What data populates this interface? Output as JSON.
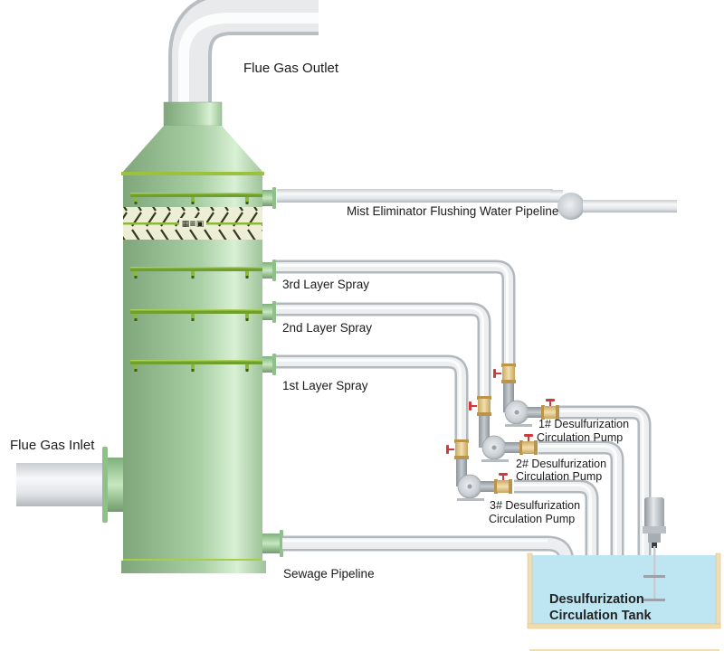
{
  "diagram": {
    "title": "Desulfurization Spray Tower Process",
    "labels": {
      "flue_gas_outlet": "Flue Gas Outlet",
      "flue_gas_inlet": "Flue Gas Inlet",
      "mist_eliminator_pipeline": "Mist Eliminator Flushing Water Pipeline",
      "spray_layer_3": "3rd Layer Spray",
      "spray_layer_2": "2nd Layer Spray",
      "spray_layer_1": "1st Layer Spray",
      "sewage_pipeline": "Sewage Pipeline",
      "pump_1_line1": "1# Desulfurization",
      "pump_1_line2": "Circulation Pump",
      "pump_2_line1": "2# Desulfurization",
      "pump_2_line2": "Circulation Pump",
      "pump_3_line1": "3# Desulfurization",
      "pump_3_line2": "Circulation Pump",
      "tank_line1": "Desulfurization",
      "tank_line2": "Circulation Tank"
    },
    "colors": {
      "tower_green": "#9dc49a",
      "tower_highlight": "#d6eed3",
      "spray_bar": "#6a9a2c",
      "pipe": "#e6e8ea",
      "pipe_shadow": "#b9bec3",
      "valve_body": "#e0c68f",
      "valve_handle": "#d23a3a",
      "pump": "#cfd4d9",
      "tank_water": "#bfe6f3",
      "tank_wall": "#f1ddb0"
    }
  }
}
